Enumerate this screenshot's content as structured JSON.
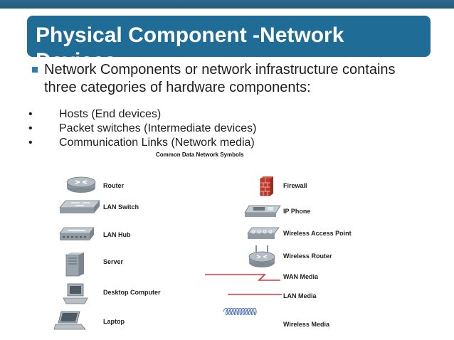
{
  "slide": {
    "title": "Physical Component -Network Devices",
    "intro": "Network Components or network infrastructure contains three categories of hardware components:",
    "bullets": [
      "Hosts (End devices)",
      "Packet switches (Intermediate devices)",
      "Communication Links (Network media)"
    ],
    "bullet_marker": "•"
  },
  "figure": {
    "title": "Common Data Network Symbols",
    "left_symbols": [
      "Router",
      "LAN Switch",
      "LAN Hub",
      "Server",
      "Desktop Computer",
      "Laptop"
    ],
    "right_symbols": [
      "Firewall",
      "IP Phone",
      "Wireless Access Point",
      "Wireless Router",
      "WAN Media",
      "LAN Media",
      "Wireless Media"
    ],
    "colors": {
      "title_bar": "#1f6d96",
      "media_line": "#d9343d",
      "wireless_wave": "#4a6fb5",
      "firewall": "#c0392b",
      "device_gray": "#a9b1b8"
    },
    "icons": [
      "router-icon",
      "lan-switch-icon",
      "lan-hub-icon",
      "server-icon",
      "desktop-computer-icon",
      "laptop-icon",
      "firewall-icon",
      "ip-phone-icon",
      "wireless-access-point-icon",
      "wireless-router-icon",
      "wan-media-icon",
      "lan-media-icon",
      "wireless-media-icon"
    ]
  }
}
